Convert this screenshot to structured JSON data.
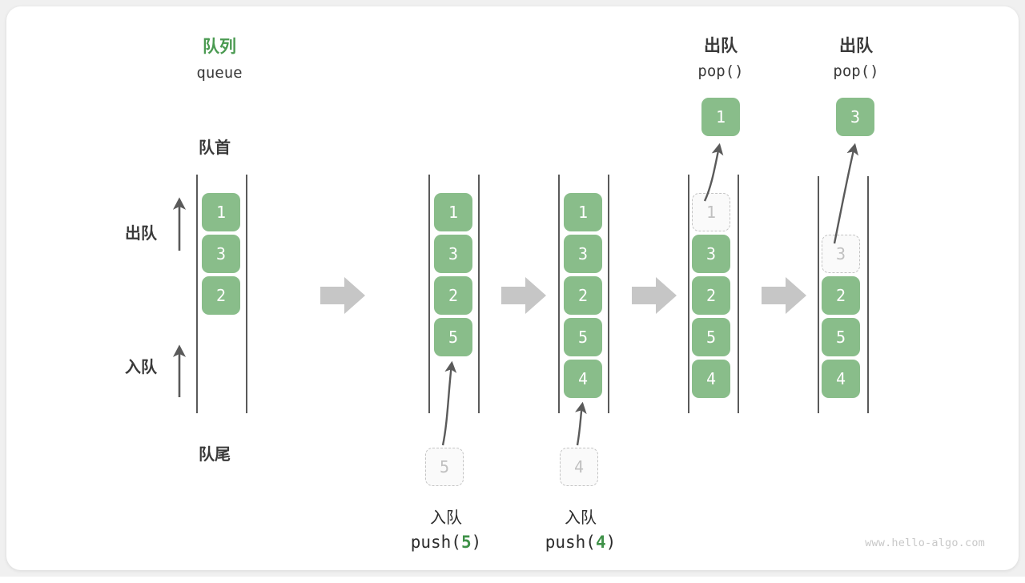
{
  "title": {
    "cn": "队列",
    "en": "queue",
    "color": "#4a9a51"
  },
  "labels": {
    "front": "队首",
    "rear": "队尾",
    "dequeue": "出队",
    "enqueue": "入队"
  },
  "watermark": "www.hello-algo.com",
  "colors": {
    "cell_fill": "#89bd8a",
    "cell_text": "#ffffff",
    "ghost_border": "#c4c4c4",
    "ghost_text": "#c0c0c0",
    "rail": "#5a5a5a",
    "step_arrow": "#c6c6c6",
    "accent_green": "#3f9148",
    "text": "#3a3a3a"
  },
  "stages": [
    {
      "id": "initial",
      "heading_cn": "",
      "heading_code": "",
      "cells": [
        {
          "value": "1",
          "state": "filled"
        },
        {
          "value": "3",
          "state": "filled"
        },
        {
          "value": "2",
          "state": "filled"
        }
      ],
      "pending": null,
      "popped": null,
      "caption_cn": "",
      "caption_code": "",
      "caption_num": ""
    },
    {
      "id": "push-5",
      "heading_cn": "",
      "heading_code": "",
      "cells": [
        {
          "value": "1",
          "state": "filled"
        },
        {
          "value": "3",
          "state": "filled"
        },
        {
          "value": "2",
          "state": "filled"
        },
        {
          "value": "5",
          "state": "filled"
        }
      ],
      "pending": {
        "value": "5"
      },
      "popped": null,
      "caption_cn": "入队",
      "caption_code_prefix": "push(",
      "caption_num": "5",
      "caption_code_suffix": ")"
    },
    {
      "id": "push-4",
      "heading_cn": "",
      "heading_code": "",
      "cells": [
        {
          "value": "1",
          "state": "filled"
        },
        {
          "value": "3",
          "state": "filled"
        },
        {
          "value": "2",
          "state": "filled"
        },
        {
          "value": "5",
          "state": "filled"
        },
        {
          "value": "4",
          "state": "filled"
        }
      ],
      "pending": {
        "value": "4"
      },
      "popped": null,
      "caption_cn": "入队",
      "caption_code_prefix": "push(",
      "caption_num": "4",
      "caption_code_suffix": ")"
    },
    {
      "id": "pop-1",
      "heading_cn": "出队",
      "heading_code": "pop()",
      "cells": [
        {
          "value": "1",
          "state": "ghost"
        },
        {
          "value": "3",
          "state": "filled"
        },
        {
          "value": "2",
          "state": "filled"
        },
        {
          "value": "5",
          "state": "filled"
        },
        {
          "value": "4",
          "state": "filled"
        }
      ],
      "pending": null,
      "popped": {
        "value": "1"
      },
      "caption_cn": "",
      "caption_code": ""
    },
    {
      "id": "pop-3",
      "heading_cn": "出队",
      "heading_code": "pop()",
      "cells": [
        {
          "value": "3",
          "state": "ghost"
        },
        {
          "value": "2",
          "state": "filled"
        },
        {
          "value": "5",
          "state": "filled"
        },
        {
          "value": "4",
          "state": "filled"
        }
      ],
      "pending": null,
      "popped": {
        "value": "3"
      },
      "caption_cn": "",
      "caption_code": ""
    }
  ]
}
